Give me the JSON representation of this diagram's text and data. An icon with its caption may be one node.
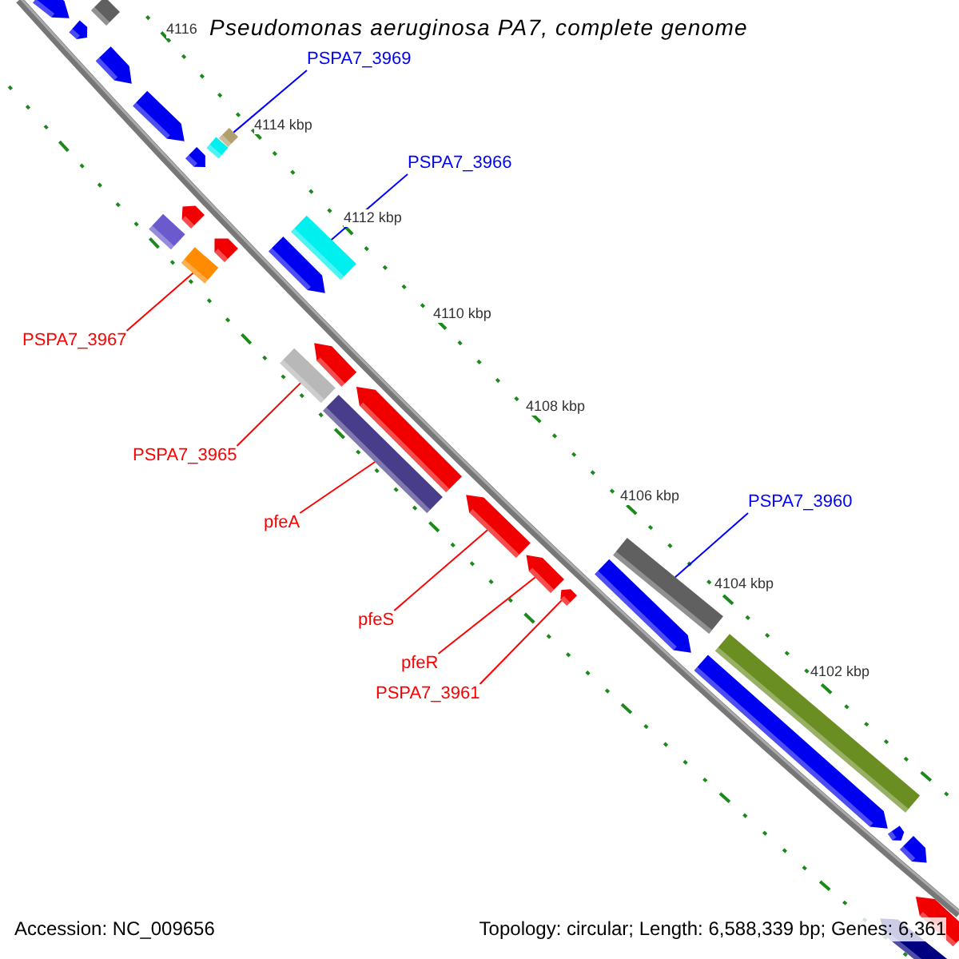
{
  "diagram": {
    "title": "Pseudomonas aeruginosa PA7, complete genome",
    "nodes": [
      {
        "text": [
          "PSPA7_3969"
        ]
      },
      {
        "text": [],
        "shape": "bar"
      },
      {
        "text": [
          "PSPA7_3966"
        ]
      },
      {
        "text": [],
        "shape": "bar"
      },
      {
        "text": [
          "PSPA7_3967"
        ]
      },
      {
        "text": [],
        "shape": "bar"
      },
      {
        "text": [
          "PSPA7_3965"
        ]
      },
      {
        "text": [],
        "shape": "bar"
      },
      {
        "text": [
          "pfeA"
        ]
      },
      {
        "text": [],
        "shape": "bar"
      },
      {
        "text": [
          "PSPA7_3960"
        ]
      },
      {
        "text": [],
        "shape": "bar"
      },
      {
        "text": [
          "pfeS"
        ]
      },
      {
        "text": [],
        "shape": "pentagon"
      },
      {
        "text": [
          "pfeR"
        ]
      },
      {
        "text": [],
        "shape": "pentagon"
      },
      {
        "text": [
          "PSPA7_3961"
        ]
      },
      {
        "text": [],
        "shape": "pentagon"
      }
    ],
    "edges": [
      {
        "from": 0,
        "to": 1,
        "arrow": "none",
        "color": "#0000ff"
      },
      {
        "from": 2,
        "to": 3,
        "arrow": "none",
        "color": "#0000ff"
      },
      {
        "from": 4,
        "to": 5,
        "arrow": "none"
      },
      {
        "from": 6,
        "to": 7,
        "arrow": "none"
      },
      {
        "from": 8,
        "to": 9,
        "arrow": "none"
      },
      {
        "from": 10,
        "to": 11,
        "arrow": "none",
        "color": "#0000ff"
      },
      {
        "from": 12,
        "to": 13,
        "arrow": "none"
      },
      {
        "from": 14,
        "to": 15,
        "arrow": "none"
      },
      {
        "from": 16,
        "to": 17,
        "arrow": "none"
      }
    ],
    "labels": [
      "4116",
      "4114 kbp",
      "4112 kbp",
      "4110 kbp",
      "4108 kbp",
      "4106 kbp",
      "4104 kbp",
      "4102 kbp",
      "Accession: NC_009656",
      "Topology: circular; Length: 6,588,339 bp; Genes: 6,361"
    ]
  }
}
